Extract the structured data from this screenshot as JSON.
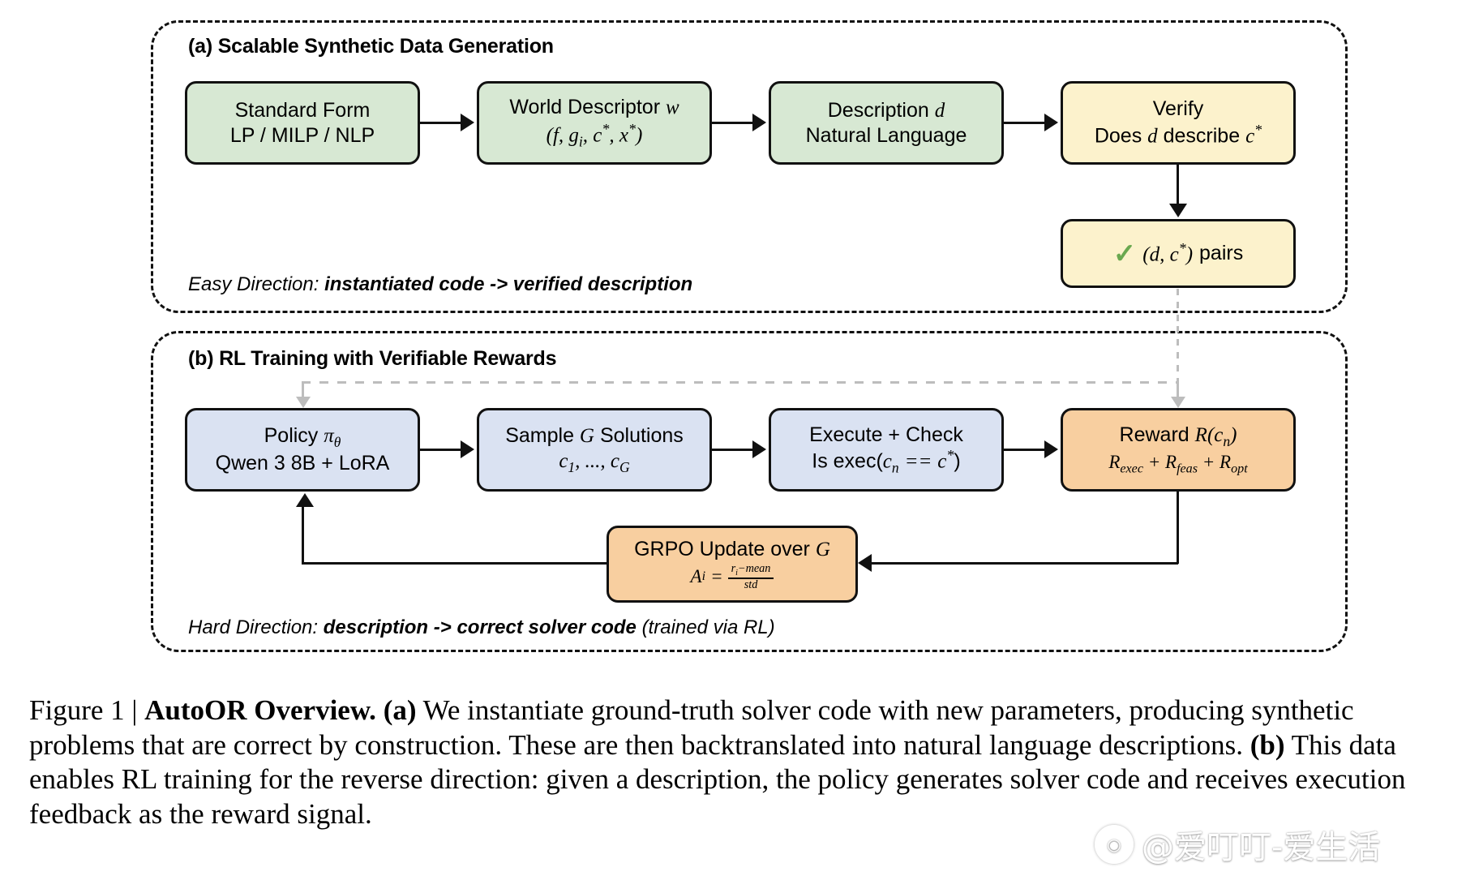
{
  "figure": {
    "panel_a": {
      "title": "(a) Scalable Synthetic Data Generation",
      "direction_prefix": "Easy Direction:",
      "direction_bold_1": "instantiated code",
      "direction_arrow": "->",
      "direction_bold_2": "verified description",
      "nodes": [
        {
          "id": "standard-form",
          "line1": "Standard Form",
          "line2": "LP / MILP / NLP",
          "color": "#d7e8d3"
        },
        {
          "id": "world-descriptor",
          "line1": "World Descriptor w",
          "line2": "(f, g_i, c*, x*)",
          "color": "#d7e8d3"
        },
        {
          "id": "description",
          "line1": "Description d",
          "line2": "Natural Language",
          "color": "#d7e8d3"
        },
        {
          "id": "verify",
          "line1": "Verify",
          "line2": "Does d describe c*",
          "color": "#fcf2cc"
        },
        {
          "id": "pairs",
          "line1": "(d, c*) pairs",
          "line2": "",
          "color": "#fcf2cc",
          "icon": "check-icon"
        }
      ]
    },
    "panel_b": {
      "title": "(b) RL Training with Verifiable Rewards",
      "direction_prefix": "Hard Direction:",
      "direction_bold_1": "description",
      "direction_arrow": "->",
      "direction_bold_2": "correct solver code",
      "direction_suffix": "(trained via RL)",
      "nodes": [
        {
          "id": "policy",
          "line1": "Policy πθ",
          "line2": "Qwen 3 8B + LoRA",
          "color": "#dae2f2"
        },
        {
          "id": "sample",
          "line1": "Sample G Solutions",
          "line2": "c_1, ..., c_G",
          "color": "#dae2f2"
        },
        {
          "id": "execute-check",
          "line1": "Execute + Check",
          "line2": "Is exec(c_n == c*)",
          "color": "#dae2f2"
        },
        {
          "id": "reward",
          "line1": "Reward R(c_n)",
          "line2": "R_exec + R_feas + R_opt",
          "color": "#f8cfa0"
        },
        {
          "id": "grpo-update",
          "line1": "GRPO Update over G",
          "line2": "A_i = (r_i - mean) / std",
          "color": "#f8cfa0"
        }
      ]
    },
    "labels": {
      "standard_form_l1": "Standard Form",
      "standard_form_l2": "LP / MILP / NLP",
      "world_descriptor_l1_pre": "World Descriptor",
      "world_descriptor_w": "w",
      "world_f": "f",
      "world_g": "g",
      "world_g_sub": "i",
      "world_c": "c",
      "world_x": "x",
      "description_l1_pre": "Description",
      "description_d": "d",
      "description_l2": "Natural Language",
      "verify_l1": "Verify",
      "verify_does": "Does",
      "verify_d": "d",
      "verify_describe": "describe",
      "verify_c": "c",
      "pairs_check": "✓",
      "pairs_d": "d",
      "pairs_c": "c",
      "pairs_text": "pairs",
      "policy_l1_pre": "Policy",
      "policy_pi": "π",
      "policy_theta": "θ",
      "policy_l2": "Qwen 3 8B + LoRA",
      "sample_pre": "Sample",
      "sample_G": "G",
      "sample_post": "Solutions",
      "sample_c": "c",
      "sample_1": "1",
      "sample_dots": ", ..., ",
      "sample_cG": "c",
      "sample_Gsub": "G",
      "exec_l1": "Execute + Check",
      "exec_is": "Is exec(",
      "exec_c": "c",
      "exec_n": "n",
      "exec_eq": "==",
      "exec_cstar": "c",
      "exec_close": ")",
      "reward_pre": "Reward",
      "reward_R": "R",
      "reward_c": "c",
      "reward_n": "n",
      "reward_Rexec": "R",
      "reward_exec_sub": "exec",
      "reward_plus": "+",
      "reward_Rfeas": "R",
      "reward_feas_sub": "feas",
      "reward_Ropt": "R",
      "reward_opt_sub": "opt",
      "grpo_pre": "GRPO Update over",
      "grpo_G": "G",
      "grpo_A": "A",
      "grpo_i": "i",
      "grpo_eq": "=",
      "grpo_num_r": "r",
      "grpo_num_i": "i",
      "grpo_num_rest": "−mean",
      "grpo_den": "std"
    }
  },
  "caption": {
    "prefix": "Figure 1 | ",
    "bold_title": "AutoOR Overview.",
    "bold_a": "(a)",
    "text_a": " We instantiate ground-truth solver code with new parameters, producing synthetic problems that are correct by construction. These are then backtranslated into natural language descriptions. ",
    "bold_b": "(b)",
    "text_b": " This data enables RL training for the reverse direction: given a description, the policy generates solver code and receives execution feedback as the reward signal."
  },
  "watermark": {
    "logo": "◉",
    "text": "@爱叮叮-爱生活"
  }
}
